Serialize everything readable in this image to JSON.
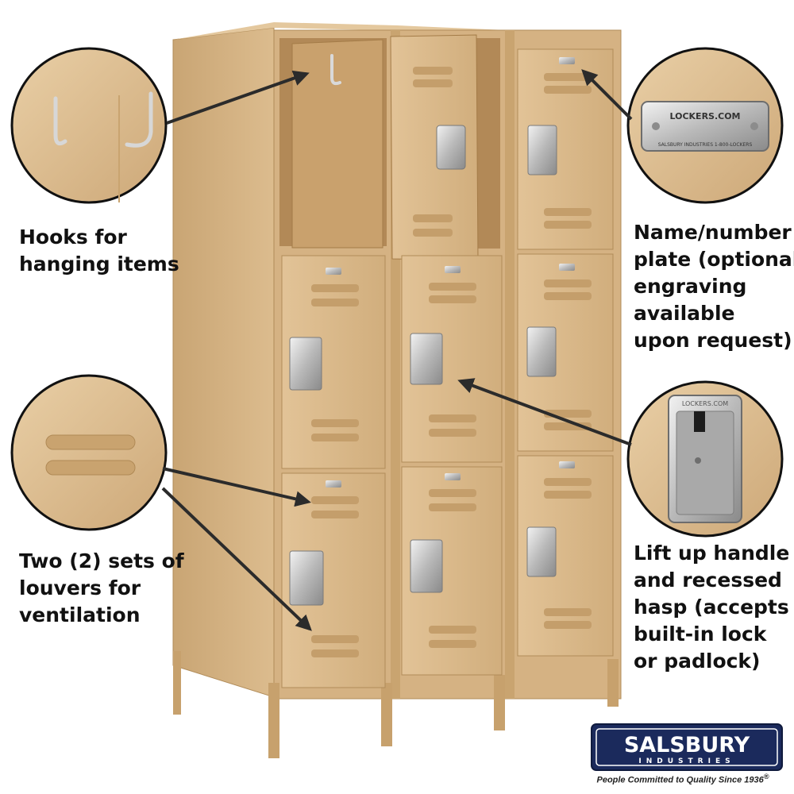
{
  "callouts": {
    "hooks": {
      "lines": [
        "Hooks for",
        "hanging items"
      ]
    },
    "louvers": {
      "lines": [
        "Two (2) sets of",
        "louvers for",
        "ventilation"
      ]
    },
    "nameplate": {
      "lines": [
        "Name/number",
        "plate (optional",
        "engraving",
        "available",
        "upon request)"
      ]
    },
    "handle": {
      "lines": [
        "Lift up handle",
        "and recessed",
        "hasp (accepts",
        "built-in lock",
        "or padlock)"
      ]
    }
  },
  "nameplate_closeup": {
    "line1": "LOCKERS.COM",
    "line2": "SALSBURY INDUSTRIES   1-800-LOCKERS"
  },
  "handle_closeup": {
    "engraving": "LOCKERS.COM"
  },
  "brand": {
    "name": "SALSBURY",
    "sub": "INDUSTRIES",
    "tagline": "People Committed to Quality Since 1936",
    "registered": "®"
  },
  "colors": {
    "locker_tan": "#d6b486",
    "locker_shadow": "#b8925e",
    "brand_navy": "#1b2a5c",
    "arrow": "#2b2b2b"
  }
}
